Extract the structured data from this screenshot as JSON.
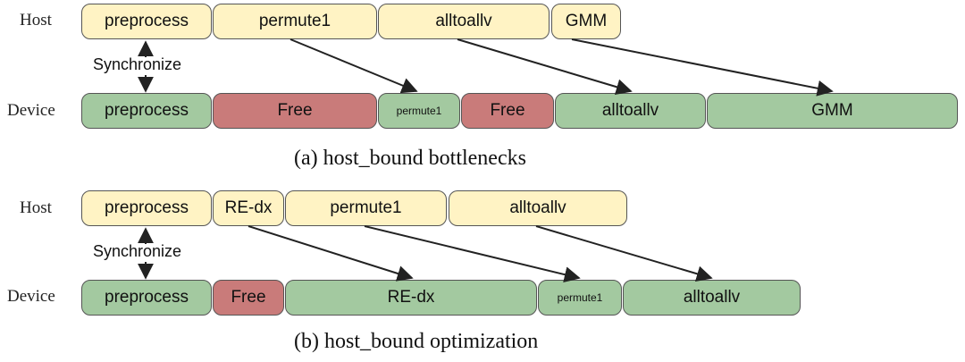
{
  "panel_a": {
    "host_label": "Host",
    "device_label": "Device",
    "sync_label": "Synchronize",
    "host_boxes": [
      "preprocess",
      "permute1",
      "alltoallv",
      "GMM"
    ],
    "device_boxes": [
      "preprocess",
      "Free",
      "permute1",
      "Free",
      "alltoallv",
      "GMM"
    ],
    "caption": "(a) host_bound bottlenecks"
  },
  "panel_b": {
    "host_label": "Host",
    "device_label": "Device",
    "sync_label": "Synchronize",
    "host_boxes": [
      "preprocess",
      "RE-dx",
      "permute1",
      "alltoallv"
    ],
    "device_boxes": [
      "preprocess",
      "Free",
      "RE-dx",
      "permute1",
      "alltoallv"
    ],
    "caption": "(b) host_bound optimization"
  },
  "colors": {
    "host_fill": "#fff3c4",
    "free_fill": "#c97b7a",
    "busy_fill": "#a3c9a0",
    "outline": "#555555"
  }
}
